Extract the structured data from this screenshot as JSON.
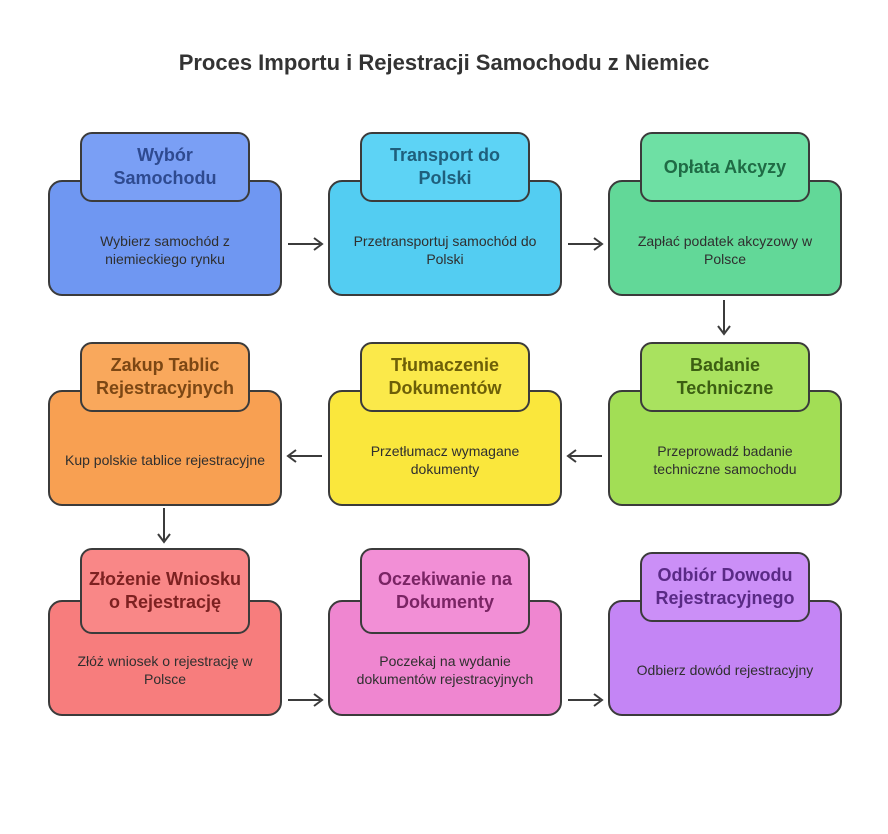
{
  "title": "Proces Importu i Rejestracji Samochodu z Niemiec",
  "steps": [
    {
      "title": "Wybór Samochodu",
      "desc": "Wybierz samochód z niemieckiego rynku",
      "color_head": "#7a9ff5",
      "color_body": "#6f97f2",
      "text_color": "#2e4a90"
    },
    {
      "title": "Transport do Polski",
      "desc": "Przetransportuj samochód do Polski",
      "color_head": "#5dd3f5",
      "color_body": "#53cdf2",
      "text_color": "#1f5f7c"
    },
    {
      "title": "Opłata Akcyzy",
      "desc": "Zapłać podatek akcyzowy w Polsce",
      "color_head": "#6ee0a4",
      "color_body": "#62d898",
      "text_color": "#1f6b45"
    },
    {
      "title": "Zakup Tablic Rejestracyjnych",
      "desc": "Kup polskie tablice rejestracyjne",
      "color_head": "#f9a85c",
      "color_body": "#f8a052",
      "text_color": "#7c4714"
    },
    {
      "title": "Tłumaczenie Dokumentów",
      "desc": "Przetłumacz wymagane dokumenty",
      "color_head": "#fbe94a",
      "color_body": "#fae73c",
      "text_color": "#6d5f08"
    },
    {
      "title": "Badanie Techniczne",
      "desc": "Przeprowadź badanie techniczne samochodu",
      "color_head": "#a9e25f",
      "color_body": "#a2de55",
      "text_color": "#3c5f12"
    },
    {
      "title": "Złożenie Wniosku o Rejestrację",
      "desc": "Złóż wniosek o rejestrację w Polsce",
      "color_head": "#f98787",
      "color_body": "#f77d7d",
      "text_color": "#7d2121"
    },
    {
      "title": "Oczekiwanie na Dokumenty",
      "desc": "Poczekaj na wydanie dokumentów rejestracyjnych",
      "color_head": "#f28fd6",
      "color_body": "#ef86d0",
      "text_color": "#7a2464"
    },
    {
      "title": "Odbiór Dowodu Rejestracyjnego",
      "desc": "Odbierz dowód rejestracyjny",
      "color_head": "#cb8ff7",
      "color_body": "#c485f5",
      "text_color": "#5a2a86"
    }
  ]
}
